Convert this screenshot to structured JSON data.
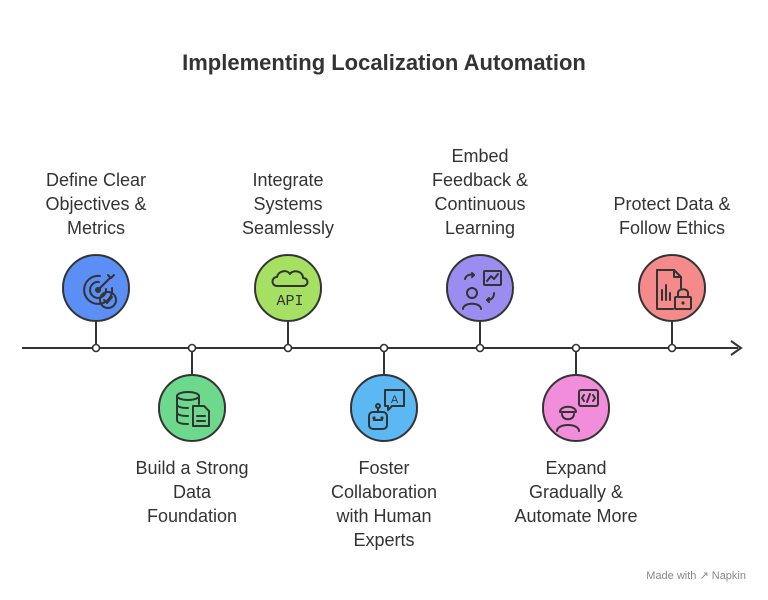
{
  "title": "Implementing Localization Automation",
  "steps": [
    {
      "lines": [
        "Define Clear",
        "Objectives &",
        "Metrics"
      ],
      "icon": "target-check-icon",
      "color": "#5b8ff5"
    },
    {
      "lines": [
        "Build a Strong",
        "Data",
        "Foundation"
      ],
      "icon": "database-document-icon",
      "color": "#6cd98c"
    },
    {
      "lines": [
        "Integrate",
        "Systems",
        "Seamlessly"
      ],
      "icon": "cloud-api-icon",
      "color": "#a6e062",
      "icon_text": "API"
    },
    {
      "lines": [
        "Foster",
        "Collaboration",
        "with Human",
        "Experts"
      ],
      "icon": "robot-chat-icon",
      "color": "#5bb8f2",
      "icon_text": "A"
    },
    {
      "lines": [
        "Embed",
        "Feedback &",
        "Continuous",
        "Learning"
      ],
      "icon": "person-presentation-icon",
      "color": "#9b8df0"
    },
    {
      "lines": [
        "Expand",
        "Gradually &",
        "Automate More"
      ],
      "icon": "engineer-code-icon",
      "color": "#f28ddb"
    },
    {
      "lines": [
        "Protect Data &",
        "Follow Ethics"
      ],
      "icon": "document-lock-icon",
      "color": "#f58a8a"
    }
  ],
  "footer": "Made with ↗ Napkin"
}
